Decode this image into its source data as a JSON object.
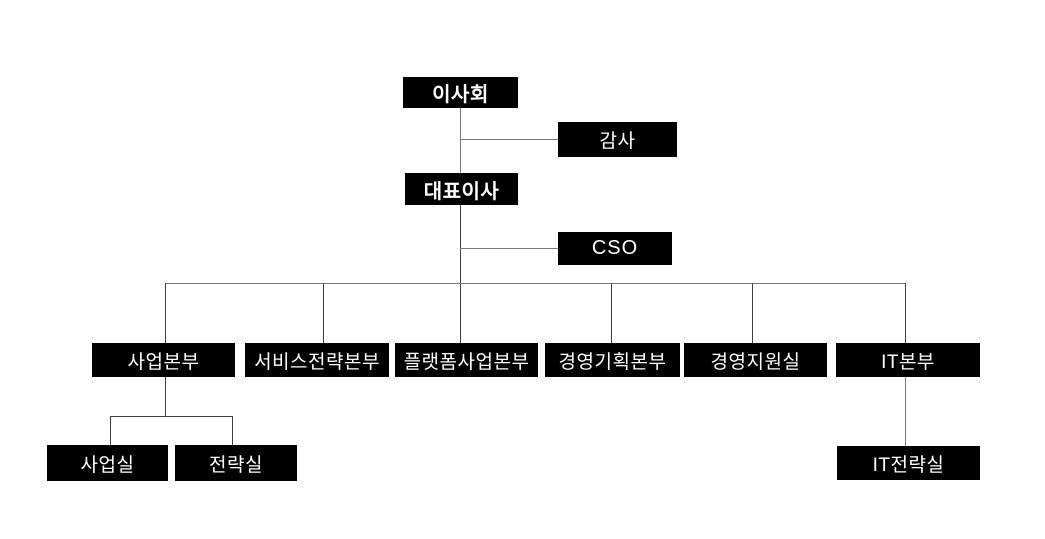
{
  "org_chart": {
    "nodes": {
      "board": {
        "label": "이사회"
      },
      "auditor": {
        "label": "감사"
      },
      "ceo": {
        "label": "대표이사"
      },
      "cso": {
        "label": "CSO"
      },
      "business_division": {
        "label": "사업본부"
      },
      "service_strategy_division": {
        "label": "서비스전략본부"
      },
      "platform_business_division": {
        "label": "플랫폼사업본부"
      },
      "management_planning_division": {
        "label": "경영기획본부"
      },
      "management_support_office": {
        "label": "경영지원실"
      },
      "it_division": {
        "label": "IT본부"
      },
      "business_office": {
        "label": "사업실"
      },
      "strategy_office": {
        "label": "전략실"
      },
      "it_strategy_office": {
        "label": "IT전략실"
      }
    },
    "edges": [
      {
        "from": "board",
        "to": "ceo"
      },
      {
        "from": "board",
        "to": "auditor",
        "style": "staff-branch"
      },
      {
        "from": "ceo",
        "to": "cso",
        "style": "staff-branch"
      },
      {
        "from": "ceo",
        "to": "business_division"
      },
      {
        "from": "ceo",
        "to": "service_strategy_division"
      },
      {
        "from": "ceo",
        "to": "platform_business_division"
      },
      {
        "from": "ceo",
        "to": "management_planning_division"
      },
      {
        "from": "ceo",
        "to": "management_support_office"
      },
      {
        "from": "ceo",
        "to": "it_division"
      },
      {
        "from": "business_division",
        "to": "business_office"
      },
      {
        "from": "business_division",
        "to": "strategy_office"
      },
      {
        "from": "it_division",
        "to": "it_strategy_office"
      }
    ],
    "colors": {
      "node_background": "#000000",
      "node_text": "#ffffff",
      "connector": "#404040",
      "background": "#ffffff"
    }
  }
}
